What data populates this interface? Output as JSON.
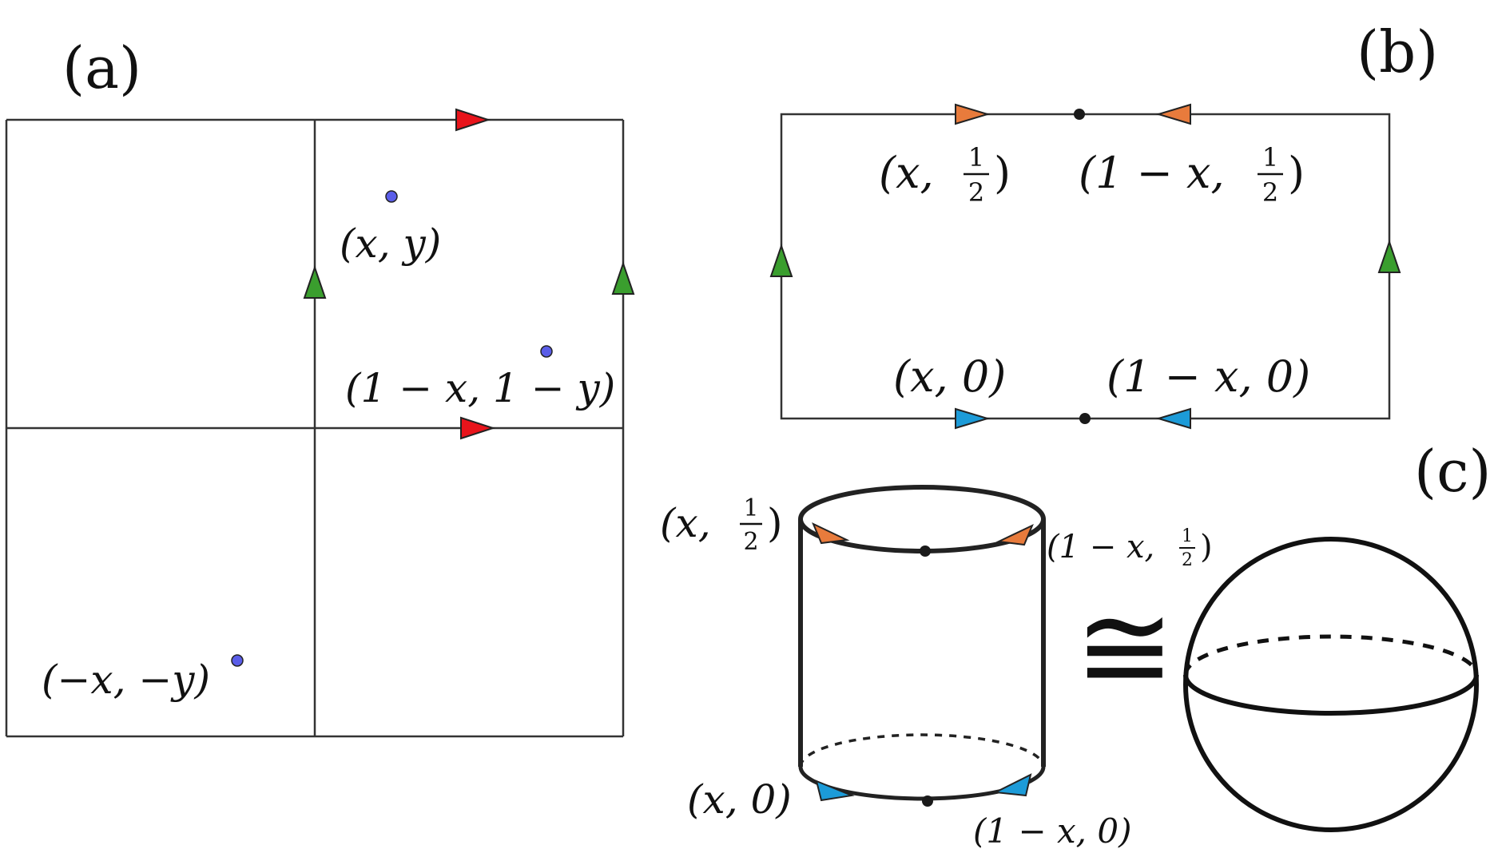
{
  "panels": {
    "a": {
      "label": "(a)",
      "points": {
        "p1": "(x, y)",
        "p2": "(1 − x, 1 − y)",
        "p3": "(−x, −y)"
      },
      "colors": {
        "edge_h": "#e8141b",
        "edge_v": "#3a9e2e",
        "point": "#5a5de8"
      }
    },
    "b": {
      "label": "(b)",
      "top_left": [
        "(x,",
        "1",
        "2",
        ")"
      ],
      "top_right": [
        "(1 − x,",
        "1",
        "2",
        ")"
      ],
      "bottom_left": "(x, 0)",
      "bottom_right": "(1 − x, 0)",
      "colors": {
        "top": "#e87b3c",
        "bottom": "#1c9bd8",
        "side": "#3a9e2e"
      }
    },
    "c": {
      "label": "(c)",
      "cyl_top_left": [
        "(x,",
        "1",
        "2",
        ")"
      ],
      "cyl_top_right": [
        "(1 − x,",
        "1",
        "2",
        ")"
      ],
      "cyl_bottom_left": "(x, 0)",
      "cyl_bottom_right": "(1 − x, 0)",
      "congruence": "≅"
    }
  }
}
